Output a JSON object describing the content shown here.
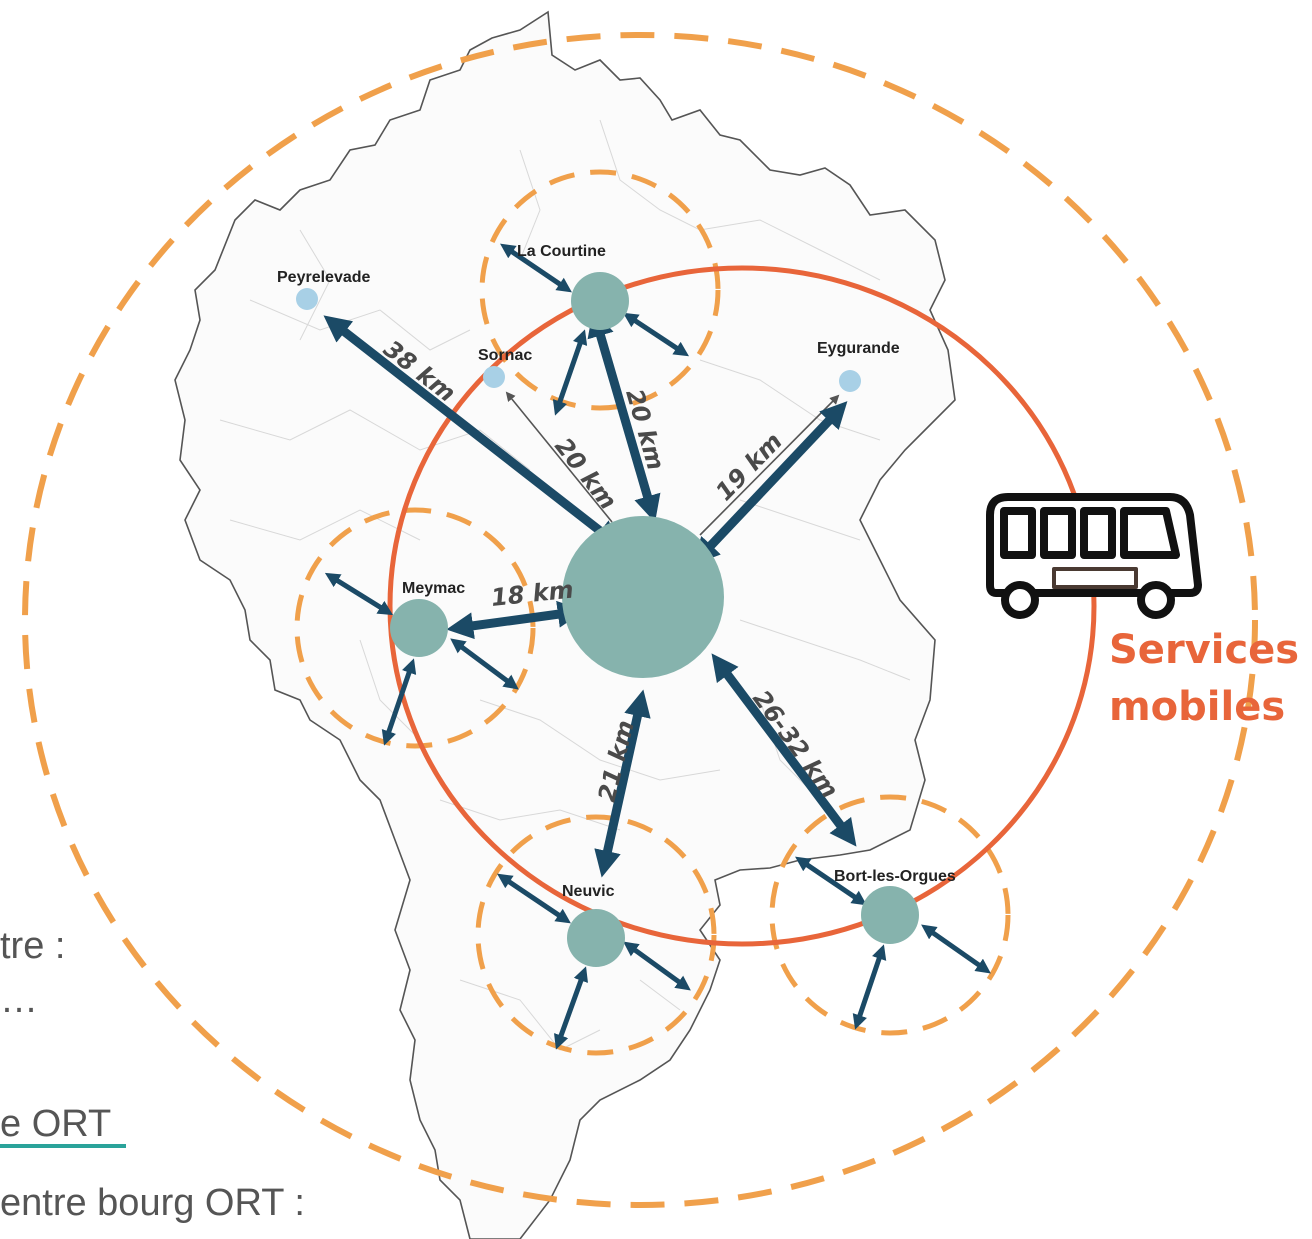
{
  "towns": {
    "la_courtine": "La Courtine",
    "peyrelevade": "Peyrelevade",
    "sornac": "Sornac",
    "eygurande": "Eygurande",
    "meymac": "Meymac",
    "neuvic": "Neuvic",
    "bort": "Bort-les-Orgues"
  },
  "distances": {
    "peyrelevade": "38 km",
    "sornac": "20 km",
    "la_courtine": "20 km",
    "eygurande": "19 km",
    "meymac": "18 km",
    "neuvic": "21 km",
    "bort": "26-32 km"
  },
  "services": {
    "line1": "Services",
    "line2": "mobiles"
  },
  "background_text": {
    "line1": "tre :",
    "line2": "…",
    "line3": "e ORT",
    "line4": "entre bourg ORT :"
  },
  "icons": {
    "bus": "bus-icon"
  },
  "colors": {
    "arrow": "#1b4a66",
    "pole": "#86b3ad",
    "small_town": "#a8d0e6",
    "dashed_ring": "#f0a04b",
    "solid_ring": "#e8653a"
  }
}
